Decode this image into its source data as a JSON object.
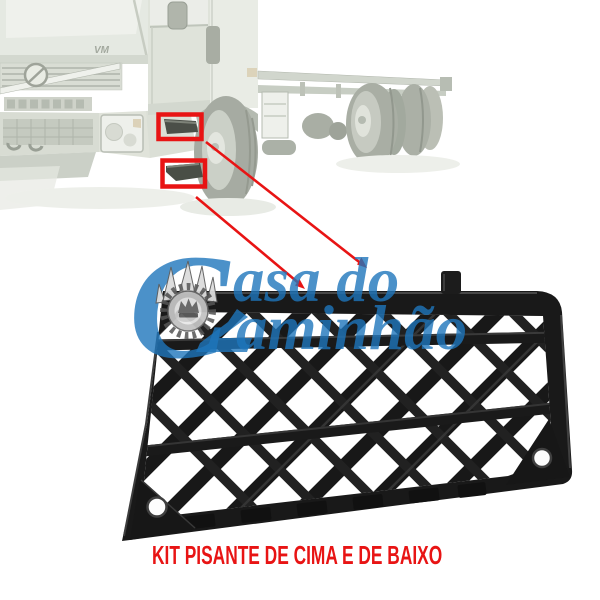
{
  "page": {
    "background_color": "#ffffff",
    "kind": "product-listing-image"
  },
  "truck": {
    "badge": "VM"
  },
  "watermark": {
    "brand": "Casa do Caminhão",
    "initial": "C",
    "line1_rest": "asa do",
    "line2_rest": "aminhão",
    "color": "#1e76bc",
    "logo_icon": "crown-gear-icon"
  },
  "caption": {
    "text": "KIT PISANTE DE CIMA E DE BAIXO",
    "color": "#e81414"
  },
  "annotations": {
    "highlight_color": "#e81414",
    "highlight_boxes": 2,
    "arrows": 2
  }
}
